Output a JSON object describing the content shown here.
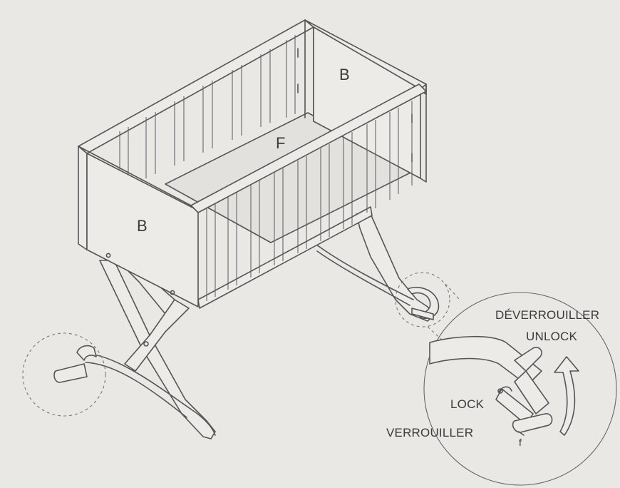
{
  "labels": {
    "back_panel": "B",
    "front_panel": "B",
    "floor": "F",
    "unlock_fr": "DÉVERROUILLER",
    "unlock_en": "UNLOCK",
    "lock_en": "LOCK",
    "lock_fr": "VERROUILLER",
    "part_f": "f"
  },
  "colors": {
    "paper": "#e9e8e5",
    "line": "#555555",
    "text": "#3a3a3a"
  },
  "icons": {
    "direction_arrow": "curved-up-arrow-icon"
  }
}
